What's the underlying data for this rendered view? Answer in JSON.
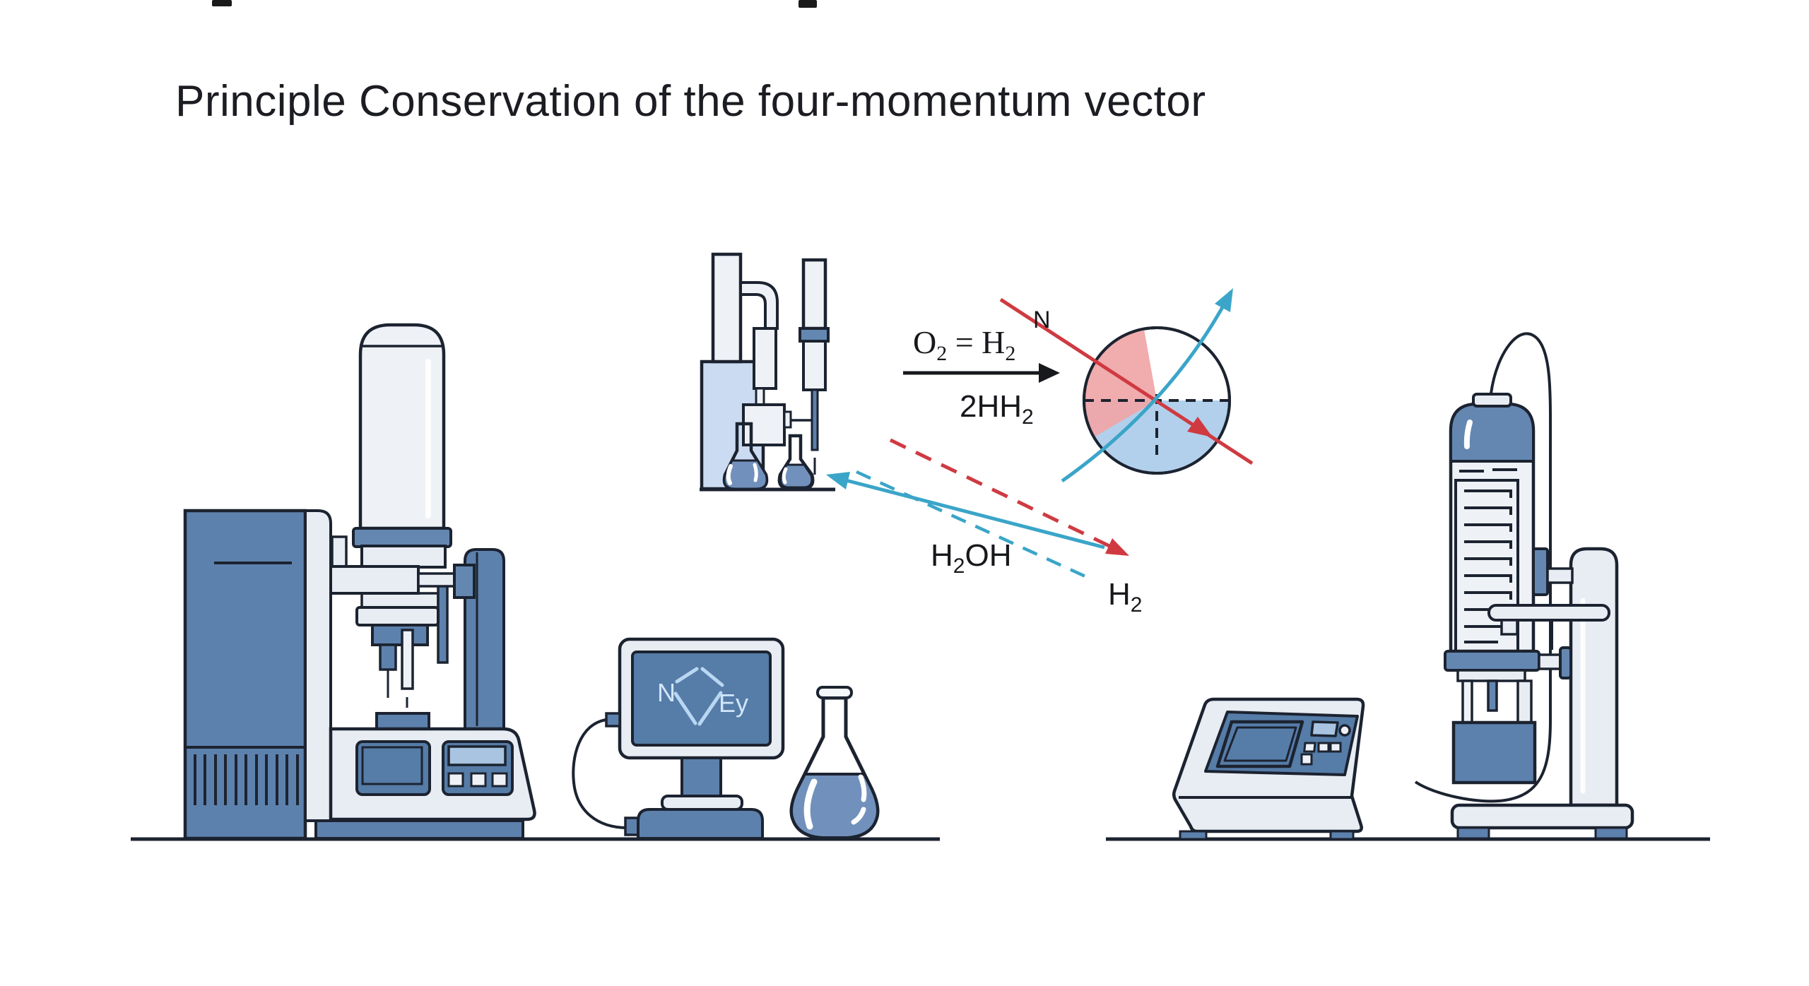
{
  "title": "Principle Conservation of the four-momentum vector",
  "reaction": {
    "above": {
      "o": "O",
      "o_sub": "2",
      "mid": " = H",
      "h_sub": "2"
    },
    "below": {
      "base": "2HH",
      "sub": "2"
    }
  },
  "diagram_labels": {
    "n_label": "N",
    "h2oh": {
      "h": "H",
      "sub": "2",
      "oh": "OH"
    },
    "h2": {
      "h": "H",
      "sub": "2"
    }
  },
  "monitor_display": {
    "left_symbol": "N",
    "right_symbol": "Ey"
  },
  "colors": {
    "outline": "#1c2330",
    "machine_light": "#e8ecf3",
    "machine_blue": "#5d81ad",
    "collar_blue": "#6487b2",
    "screen_blue": "#567ca8",
    "container_blue": "#cbdcf2",
    "liquid_blue": "#7191bc",
    "molecule_line": "#b9d7f2",
    "red": "#cf3a41",
    "pink": "#f0a5a7",
    "cyan": "#3aa5c8",
    "sector_blue": "#aacbe9",
    "text": "#17181c"
  }
}
